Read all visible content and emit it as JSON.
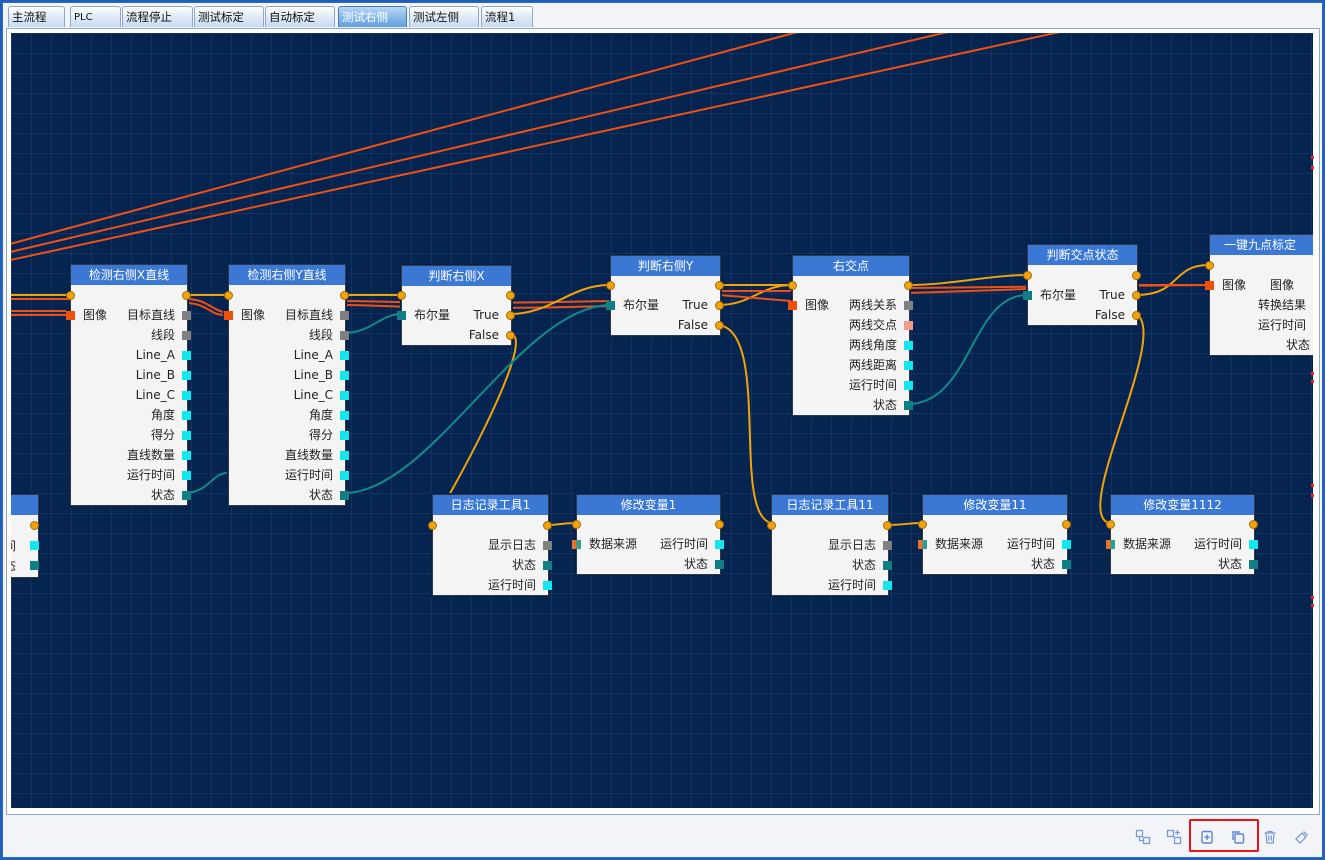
{
  "tabs": [
    {
      "label": "主流程"
    },
    {
      "label": "PLC"
    },
    {
      "label": "流程停止"
    },
    {
      "label": "测试标定"
    },
    {
      "label": "自动标定"
    },
    {
      "label": "测试右侧",
      "active": true
    },
    {
      "label": "测试左侧"
    },
    {
      "label": "流程1"
    }
  ],
  "colors": {
    "canvas": "#052450",
    "header": "#3a78d4",
    "wire_orange": "#f05014",
    "wire_gold": "#f0a30a",
    "wire_teal": "#138a88"
  },
  "nodes": {
    "n_left": {
      "title": "",
      "inputs": [],
      "outputs": [
        "间",
        "态"
      ]
    },
    "n_x": {
      "title": "检测右侧X直线",
      "in_left": "图像",
      "outputs": [
        "目标直线",
        "线段",
        "Line_A",
        "Line_B",
        "Line_C",
        "角度",
        "得分",
        "直线数量",
        "运行时间",
        "状态"
      ]
    },
    "n_y": {
      "title": "检测右侧Y直线",
      "in_left": "图像",
      "outputs": [
        "目标直线",
        "线段",
        "Line_A",
        "Line_B",
        "Line_C",
        "角度",
        "得分",
        "直线数量",
        "运行时间",
        "状态"
      ]
    },
    "n_jx": {
      "title": "判断右侧X",
      "in_left": "布尔量",
      "outputs": [
        "True",
        "False"
      ]
    },
    "n_jy": {
      "title": "判断右侧Y",
      "in_left": "布尔量",
      "outputs": [
        "True",
        "False"
      ]
    },
    "n_rc": {
      "title": "右交点",
      "in_left": "图像",
      "outputs": [
        "两线关系",
        "两线交点",
        "两线角度",
        "两线距离",
        "运行时间",
        "状态"
      ]
    },
    "n_js": {
      "title": "判断交点状态",
      "in_left": "布尔量",
      "outputs": [
        "True",
        "False"
      ]
    },
    "n_9p": {
      "title": "一键九点标定",
      "in_left": "图像",
      "outputs": [
        "图像",
        "转换结果",
        "运行时间",
        "状态"
      ]
    },
    "n_log1": {
      "title": "日志记录工具1",
      "outputs": [
        "显示日志",
        "状态",
        "运行时间"
      ]
    },
    "n_mv1": {
      "title": "修改变量1",
      "in_left": "数据来源",
      "outputs": [
        "运行时间",
        "状态"
      ]
    },
    "n_log11": {
      "title": "日志记录工具11",
      "outputs": [
        "显示日志",
        "状态",
        "运行时间"
      ]
    },
    "n_mv11": {
      "title": "修改变量11",
      "in_left": "数据来源",
      "outputs": [
        "运行时间",
        "状态"
      ]
    },
    "n_mv1112": {
      "title": "修改变量1112",
      "in_left": "数据来源",
      "outputs": [
        "运行时间",
        "状态"
      ]
    }
  },
  "toolbar": [
    {
      "icon": "group-icon"
    },
    {
      "icon": "ungroup-icon"
    },
    {
      "icon": "paste-icon"
    },
    {
      "icon": "copy-icon"
    },
    {
      "icon": "trash-icon"
    },
    {
      "icon": "clear-icon"
    }
  ]
}
